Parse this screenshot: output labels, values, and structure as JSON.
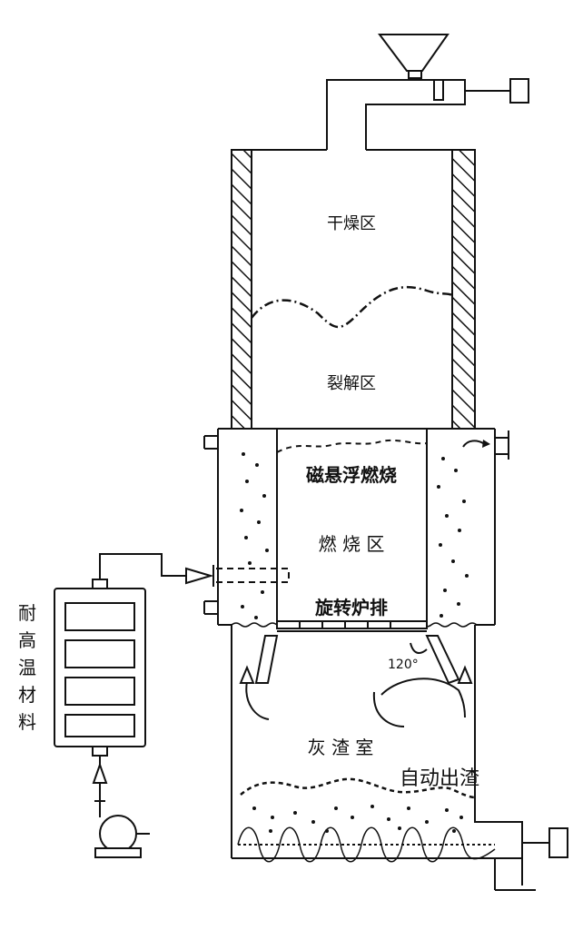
{
  "labels": {
    "drying_zone": "干燥区",
    "pyrolysis_zone": "裂解区",
    "magnetic_levitation": "磁悬浮燃烧",
    "combustion_zone": "燃 烧 区",
    "rotating_grate": "旋转炉排",
    "angle": "120°",
    "ash_chamber": "灰 渣 室",
    "auto_slag": "自动出渣",
    "refractory": [
      "耐",
      "高",
      "温",
      "材",
      "料"
    ]
  },
  "colors": {
    "line": "#111111",
    "text": "#111111",
    "background": "#ffffff"
  },
  "icons": [
    "hopper-icon",
    "fan-icon",
    "heater-icon",
    "valve-icon"
  ]
}
